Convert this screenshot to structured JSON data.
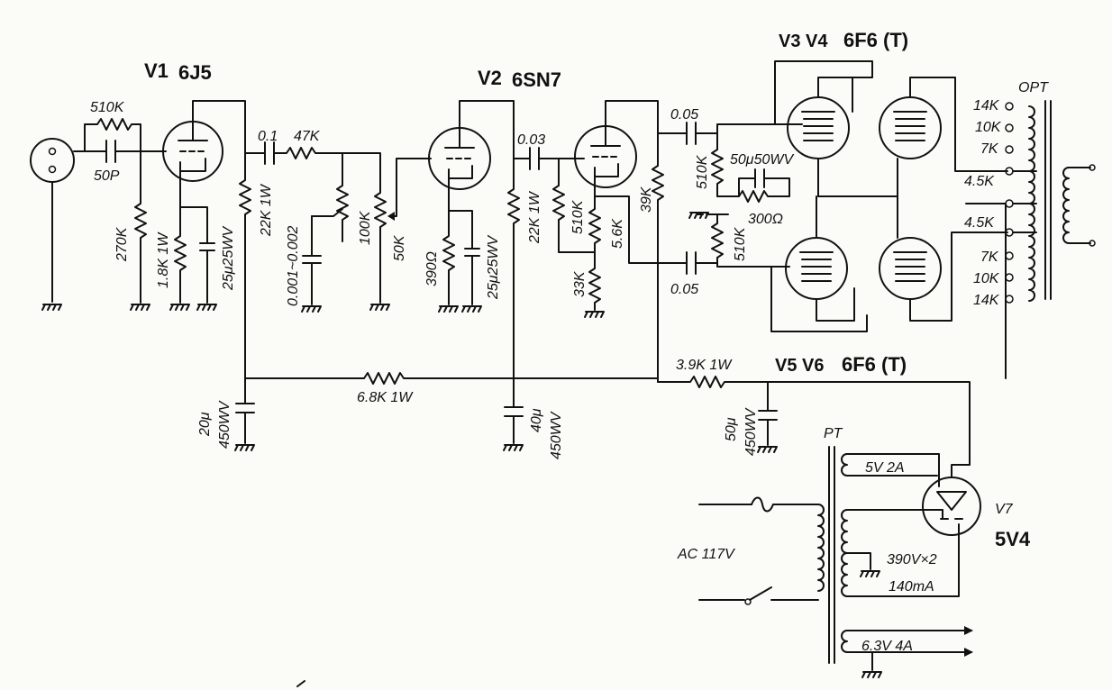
{
  "tubes": {
    "v1": {
      "ref": "V1",
      "type": "6J5"
    },
    "v2": {
      "ref": "V2",
      "type": "6SN7"
    },
    "v34": {
      "ref": "V3 V4",
      "type": "6F6 (T)"
    },
    "v56": {
      "ref": "V5 V6",
      "type": "6F6 (T)"
    },
    "v7": {
      "ref": "V7",
      "type": "5V4"
    }
  },
  "components": {
    "r_510k_in": "510K",
    "c_50p": "50P",
    "r_270k": "270K",
    "r_1k8": "1.8K 1W",
    "c_25u_1": "25μ25WV",
    "r_22k_1": "22K 1W",
    "c_01": "0.1",
    "r_47k": "47K",
    "c_var": "0.001~0.002",
    "r_100k": "100K",
    "r_50k": "50K",
    "r_390": "390Ω",
    "c_25u_2": "25μ25WV",
    "c_003": "0.03",
    "r_22k_2": "22K 1W",
    "r_510k_a": "510K",
    "r_5k6": "5.6K",
    "r_33k": "33K",
    "r_39k": "39K",
    "c_005_top": "0.05",
    "c_005_bot": "0.05",
    "r_510k_b": "510K",
    "r_510k_c": "510K",
    "c_50u_cath": "50μ50WV",
    "r_300": "300Ω",
    "r_6k8": "6.8K 1W",
    "r_3k9": "3.9K 1W",
    "c_20u": "20μ",
    "c_20u_v": "450WV",
    "c_40u": "40μ",
    "c_40u_v": "450WV",
    "c_50u": "50μ",
    "c_50u_v": "450WV"
  },
  "opt": {
    "label": "OPT",
    "taps_top": [
      "14K",
      "10K",
      "7K",
      "4.5K"
    ],
    "taps_bot": [
      "4.5K",
      "7K",
      "10K",
      "14K"
    ]
  },
  "pt": {
    "label": "PT",
    "w5v": "5V 2A",
    "hv": "390V×2",
    "hv_i": "140mA",
    "fil": "6.3V 4A",
    "ac": "AC 117V"
  }
}
